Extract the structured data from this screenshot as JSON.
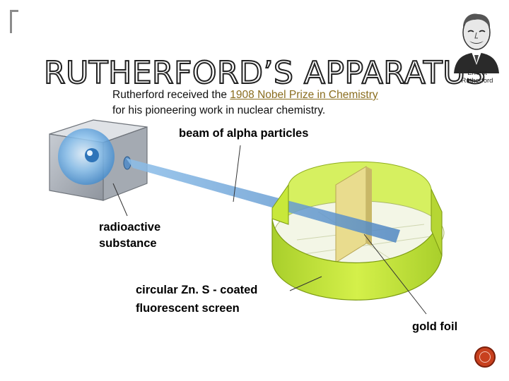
{
  "slide": {
    "title": "RUTHERFORD’S APPARATUS",
    "subtitle": {
      "prefix": "Rutherford received the ",
      "link_text": "1908 Nobel Prize in Chemistry",
      "line2": "for his pioneering work in nuclear chemistry."
    },
    "portrait": {
      "caption_line1": "Ernest",
      "caption_line2": "Rutherford"
    }
  },
  "diagram": {
    "labels": {
      "beam": "beam of alpha particles",
      "radioactive_line1": "radioactive",
      "radioactive_line2": "substance",
      "screen_line1": "circular Zn. S - coated",
      "screen_line2": "fluorescent screen",
      "gold_foil": "gold foil"
    },
    "colors": {
      "screen": "#c8e83a",
      "beam": "#7fb3e0",
      "box": "#9aa0aa",
      "foil": "#e9dc8e",
      "nav_button": "#c8401e"
    }
  }
}
